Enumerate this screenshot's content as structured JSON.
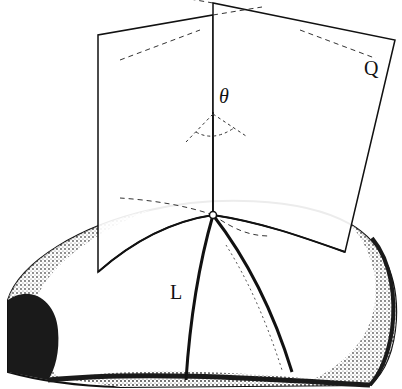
{
  "diagram": {
    "labels": [
      "θ",
      "L",
      "Q"
    ]
  }
}
